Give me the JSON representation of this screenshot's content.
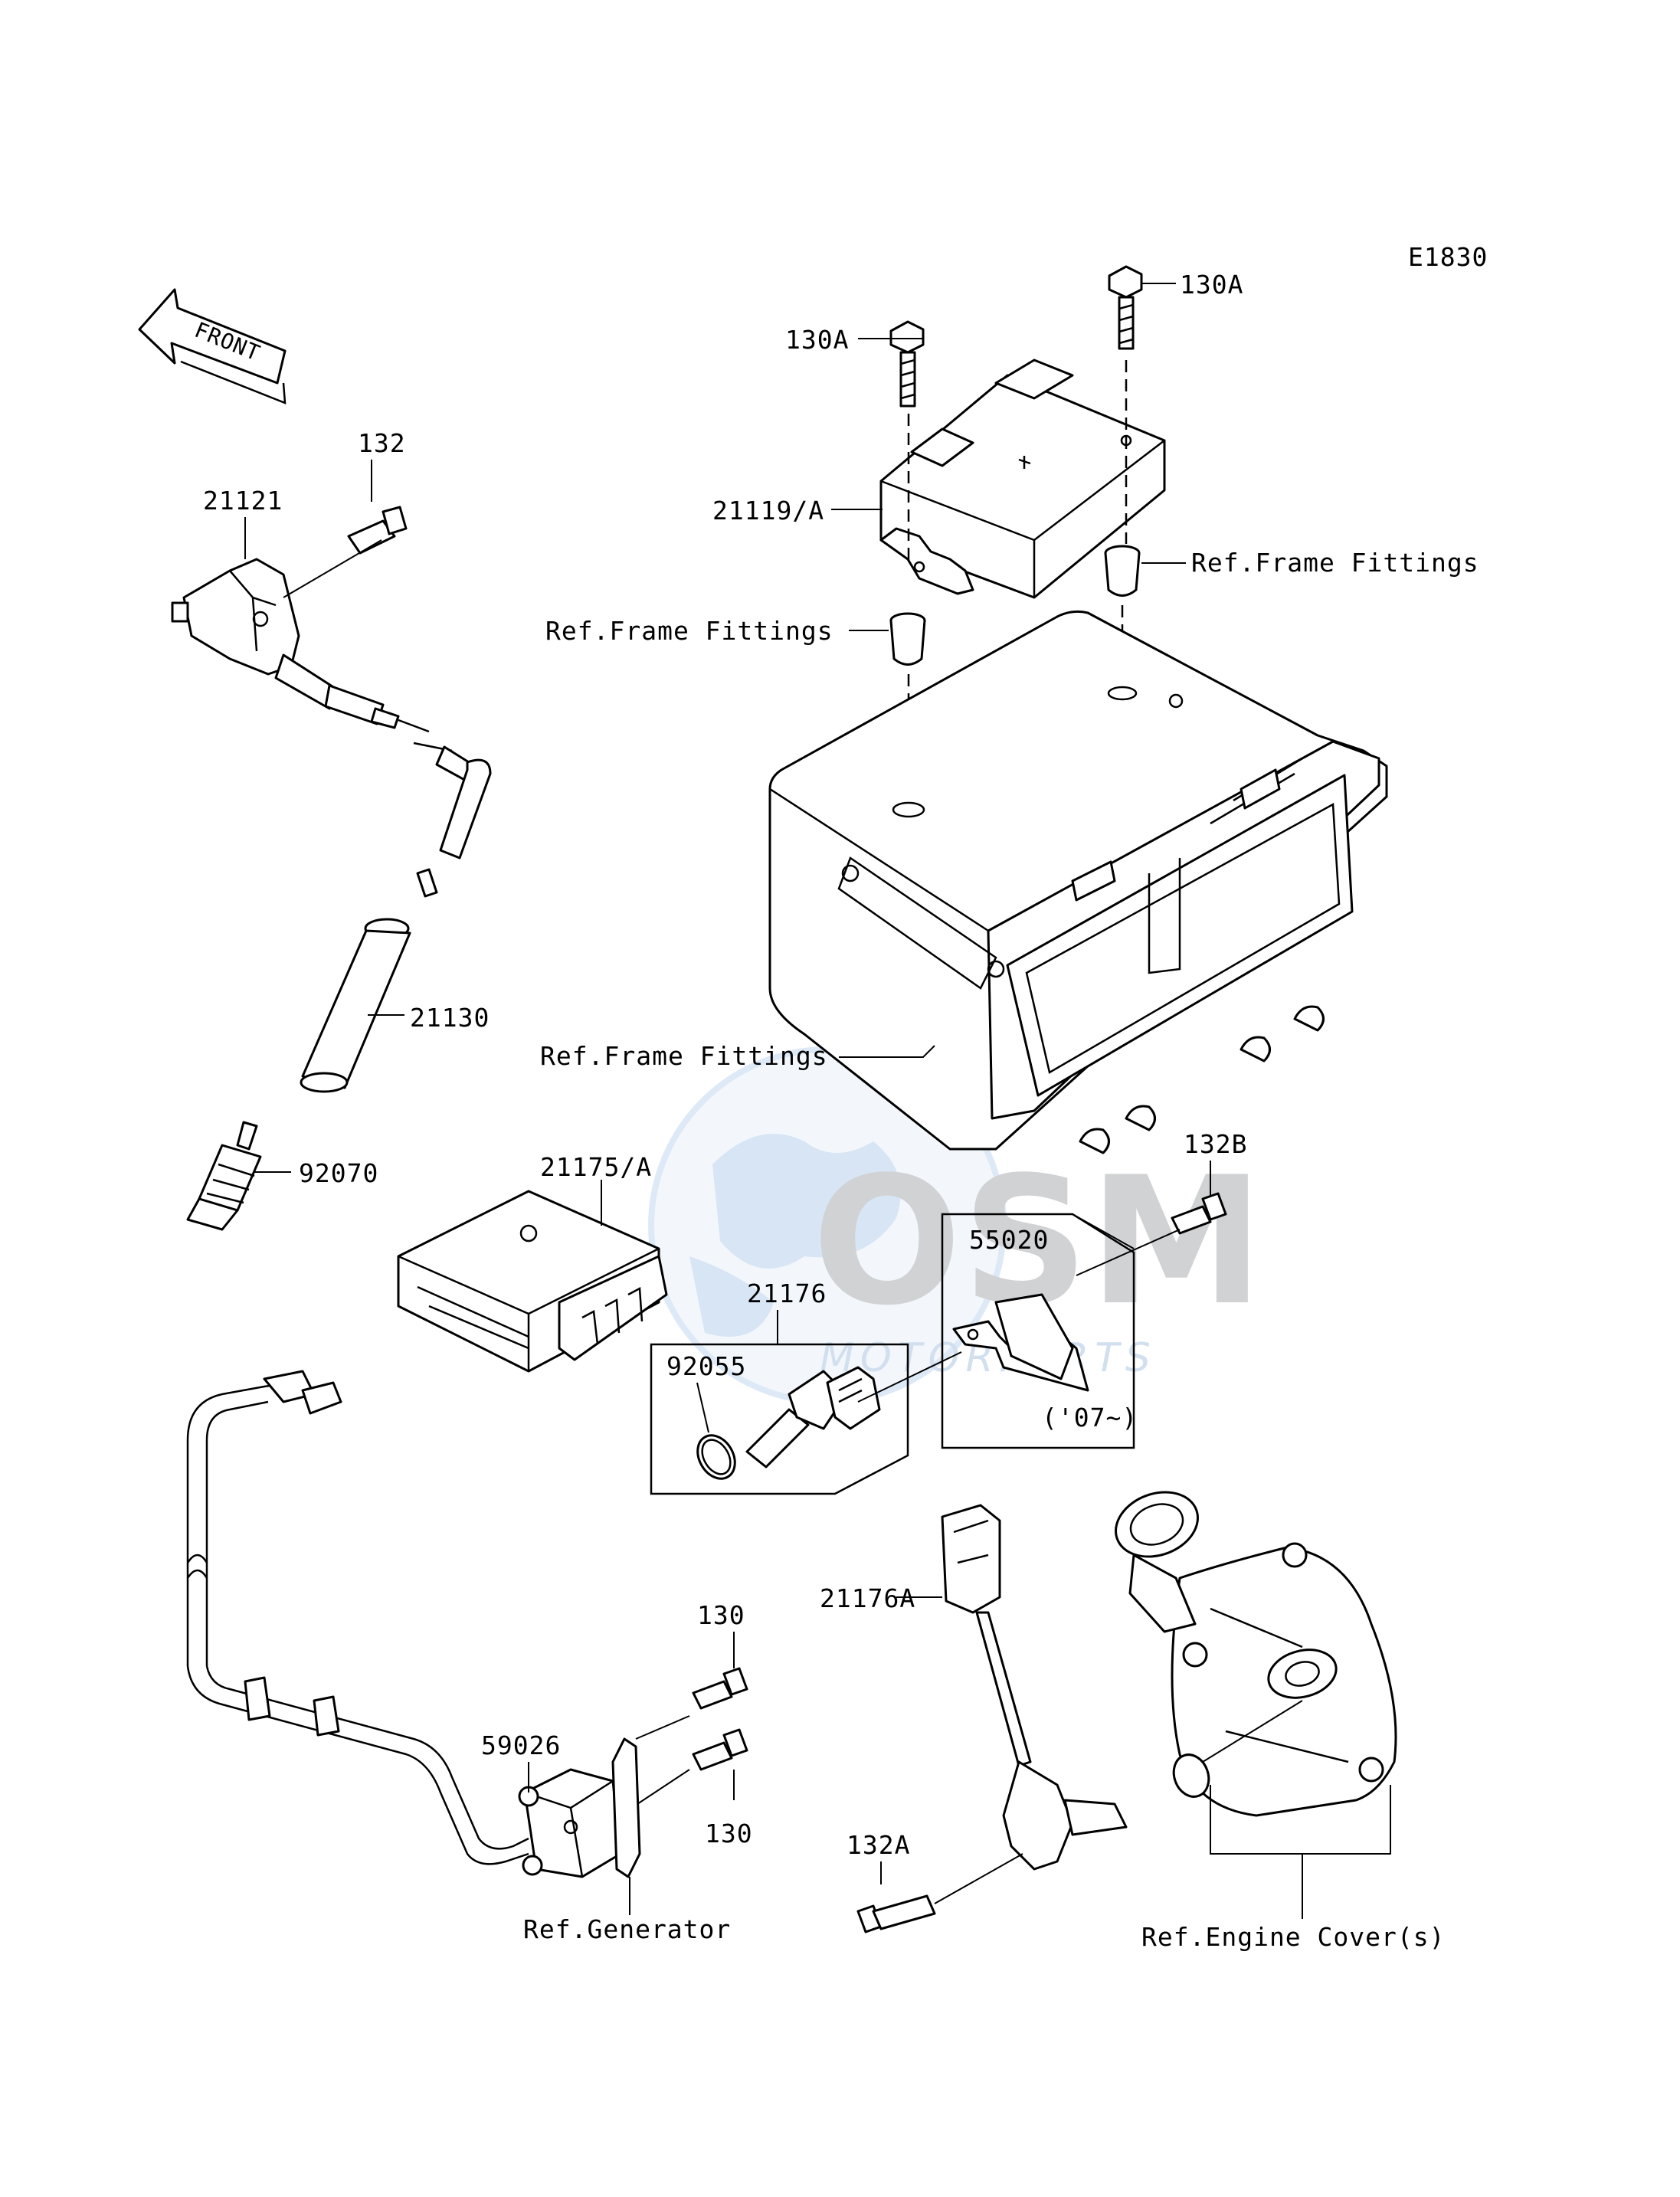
{
  "diagram_id": "E1830",
  "front_label": "FRONT",
  "labels": {
    "p132": "132",
    "p21121": "21121",
    "p21130": "21130",
    "p92070": "92070",
    "p130A_left": "130A",
    "p130A_right": "130A",
    "p21119A": "21119/A",
    "ref_ff_right": "Ref.Frame Fittings",
    "ref_ff_left": "Ref.Frame Fittings",
    "ref_ff_box": "Ref.Frame Fittings",
    "p21175A": "21175/A",
    "p132B": "132B",
    "p55020": "55020",
    "p21176": "21176",
    "p92055": "92055",
    "year_note": "('07~)",
    "p130_top": "130",
    "p130_bottom": "130",
    "p59026": "59026",
    "ref_generator": "Ref.Generator",
    "p21176A": "21176A",
    "p132A": "132A",
    "ref_engine_cover": "Ref.Engine Cover(s)"
  },
  "watermark": {
    "brand": "OSM",
    "sub": "MOTORPARTS"
  }
}
